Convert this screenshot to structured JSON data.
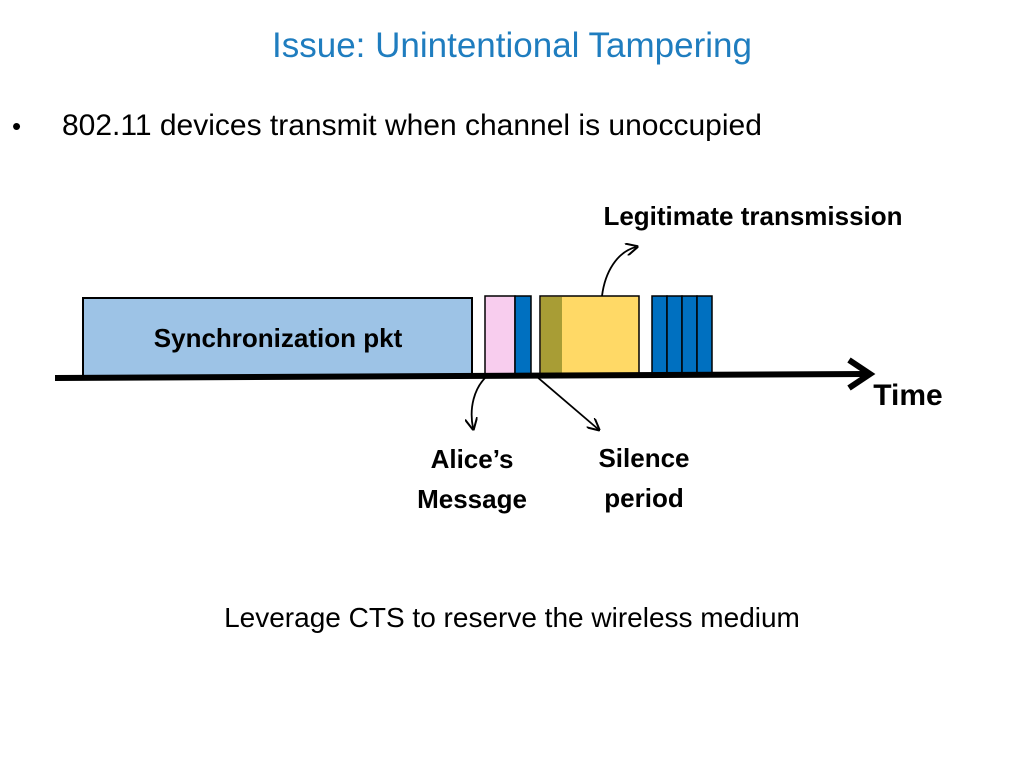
{
  "slide": {
    "title": "Issue: Unintentional Tampering",
    "bullet_symbol": "•",
    "bullet_text": "802.11 devices transmit when channel is unoccupied",
    "bottom_note": "Leverage CTS to reserve the wireless medium"
  },
  "diagram": {
    "sync_packet_label": "Synchronization pkt",
    "legitimate_transmission_label": "Legitimate transmission",
    "time_label": "Time",
    "alice_message_label_line1": "Alice’s",
    "alice_message_label_line2": "Message",
    "silence_period_label_line1": "Silence",
    "silence_period_label_line2": "period"
  },
  "colors": {
    "title": "#1f7dbf",
    "sync_packet_fill": "#9dc3e6",
    "alice_message_fill": "#f8cdee",
    "data_slot_fill": "#0070c0",
    "legitimate_fill": "#ffd966",
    "overlap_fill": "#a89d35"
  }
}
